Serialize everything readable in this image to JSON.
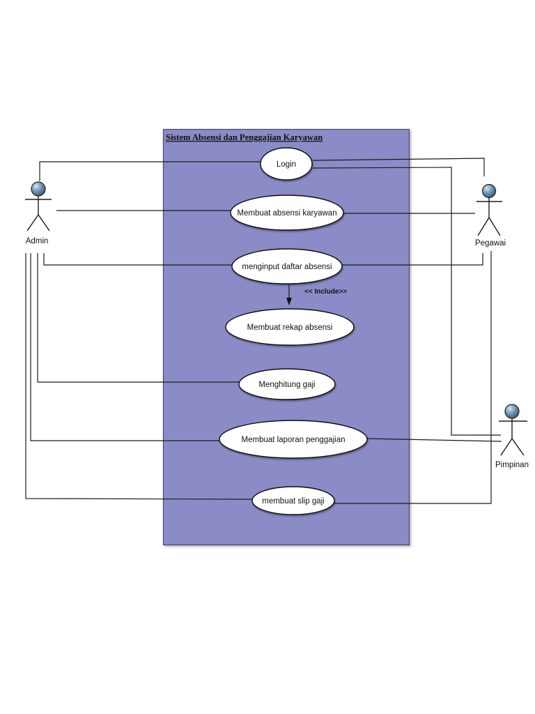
{
  "diagram": {
    "type": "uml-use-case",
    "title": "Sistem Absensi dan Penggajian Karyawan",
    "colors": {
      "boundary_fill": "#8b8bc7",
      "boundary_stroke": "#4a4a63",
      "ellipse_fill": "#ffffff",
      "line": "#1a1a1a",
      "actor_head": "#4f7aa5"
    },
    "actors": [
      {
        "name": "Admin"
      },
      {
        "name": "Pegawai"
      },
      {
        "name": "Pimpinan"
      }
    ],
    "use_cases": [
      {
        "label": "Login"
      },
      {
        "label": "Membuat absensi karyawan"
      },
      {
        "label": "menginput daftar absensi"
      },
      {
        "label": "Membuat rekap absensi"
      },
      {
        "label": "Menghitung gaji"
      },
      {
        "label": "Membuat laporan penggajian"
      },
      {
        "label": "membuat slip gaji"
      }
    ],
    "include": {
      "label": "<< Include>>",
      "from": "menginput daftar absensi",
      "to": "Membuat rekap absensi"
    },
    "associations": [
      {
        "actor": "Admin",
        "use_case": "Login"
      },
      {
        "actor": "Admin",
        "use_case": "Membuat absensi karyawan"
      },
      {
        "actor": "Admin",
        "use_case": "menginput daftar absensi"
      },
      {
        "actor": "Admin",
        "use_case": "Menghitung gaji"
      },
      {
        "actor": "Admin",
        "use_case": "Membuat laporan penggajian"
      },
      {
        "actor": "Admin",
        "use_case": "membuat slip gaji"
      },
      {
        "actor": "Pegawai",
        "use_case": "Login"
      },
      {
        "actor": "Pegawai",
        "use_case": "Membuat absensi karyawan"
      },
      {
        "actor": "Pegawai",
        "use_case": "menginput daftar absensi"
      },
      {
        "actor": "Pegawai",
        "use_case": "membuat slip gaji"
      },
      {
        "actor": "Pimpinan",
        "use_case": "Login"
      },
      {
        "actor": "Pimpinan",
        "use_case": "Membuat laporan penggajian"
      }
    ]
  }
}
